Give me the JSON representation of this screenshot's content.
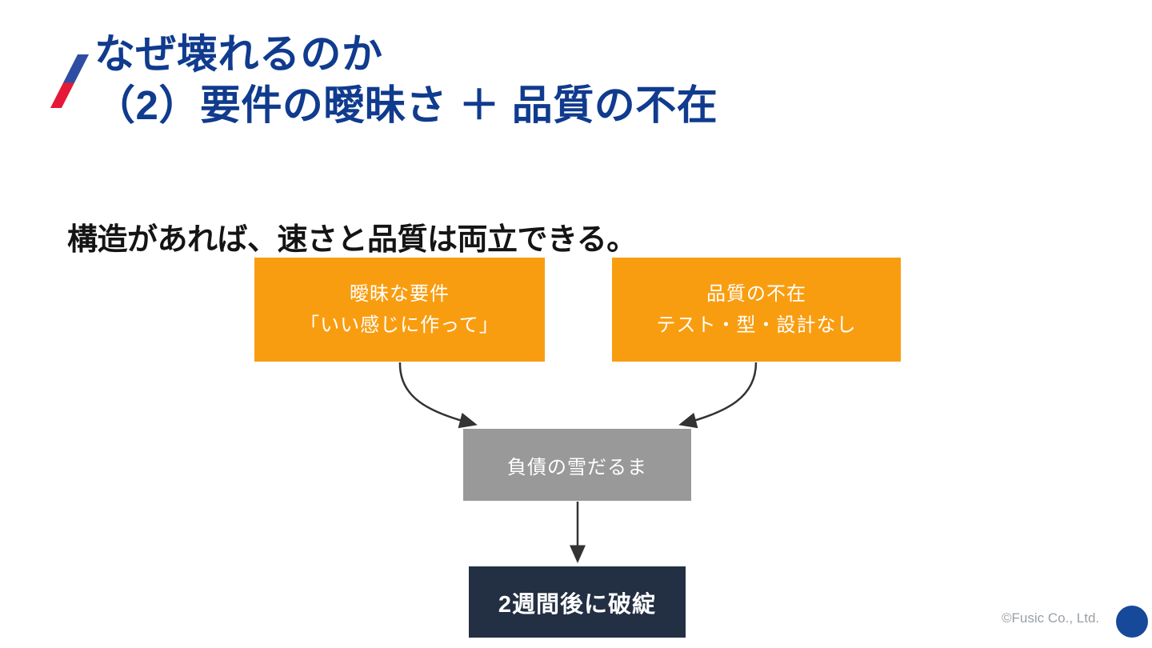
{
  "slide": {
    "title_line1": "なぜ壊れるのか",
    "title_line2": "（2）要件の曖昧さ ＋ 品質の不在",
    "subtitle": "構造があれば、速さと品質は両立できる。"
  },
  "diagram": {
    "type": "flowchart",
    "cause_left": {
      "line1": "曖昧な要件",
      "line2": "「いい感じに作って」"
    },
    "cause_right": {
      "line1": "品質の不在",
      "line2": "テスト・型・設計なし"
    },
    "middle": {
      "label": "負債の雪だるま"
    },
    "result": {
      "label": "2週間後に破綻"
    },
    "edges": [
      "cause_left -> middle",
      "cause_right -> middle",
      "middle -> result"
    ]
  },
  "footer": {
    "copyright": "©Fusic Co., Ltd."
  },
  "colors": {
    "title_blue": "#103B8E",
    "box_orange": "#F99D10",
    "box_gray": "#999999",
    "box_navy": "#232F42",
    "slash_blue": "#2F4EA3",
    "slash_red": "#E51937",
    "footer_dot_blue": "#17499B",
    "arrow": "#333333",
    "box_text": "#ffffff"
  }
}
